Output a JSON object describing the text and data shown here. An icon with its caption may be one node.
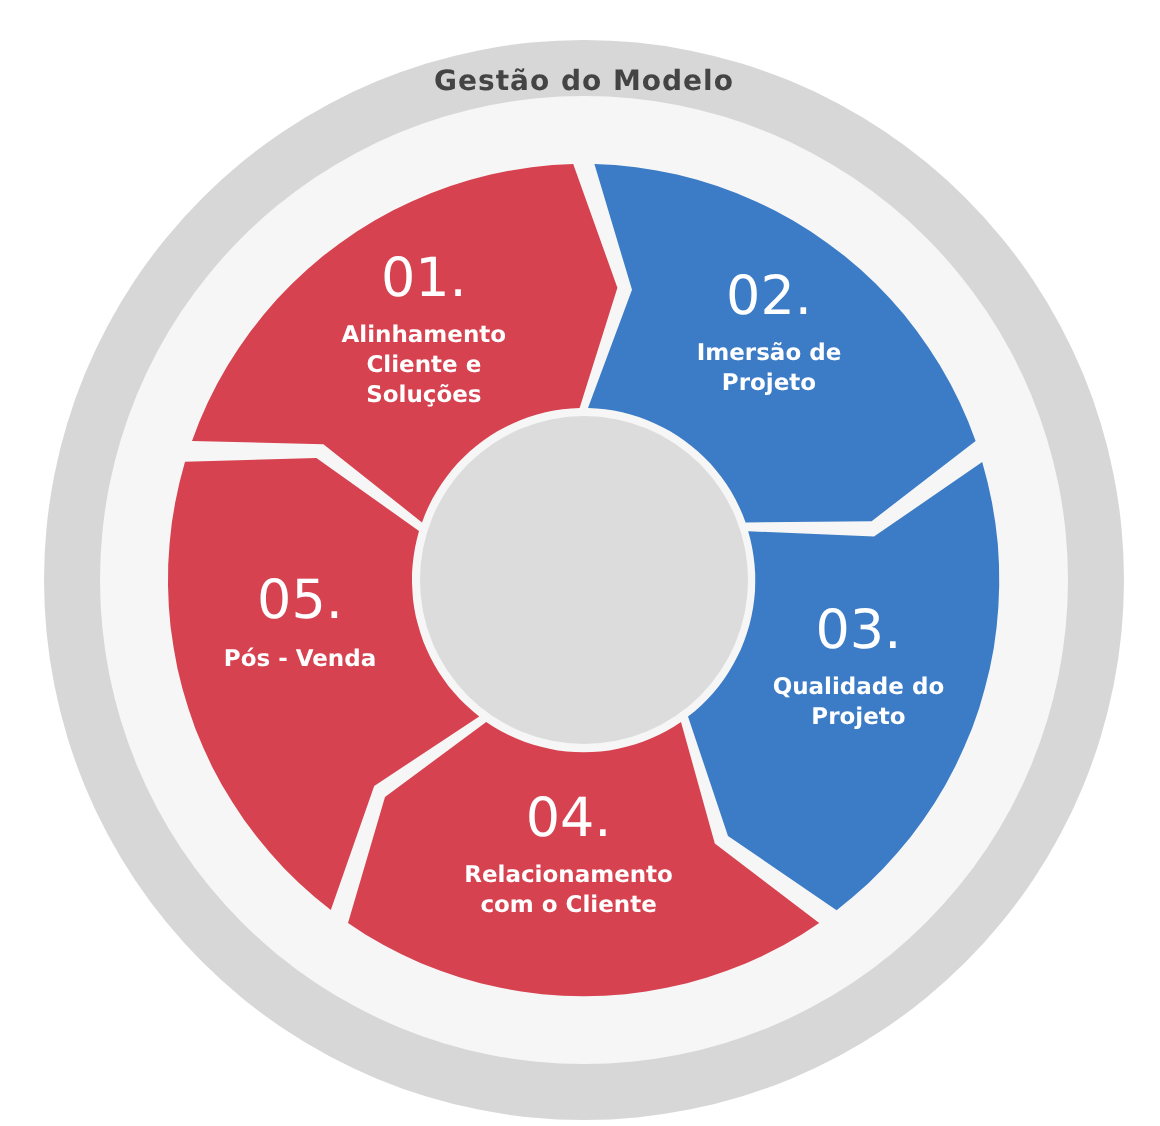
{
  "diagram": {
    "nodes": [
      {
        "text": [
          "Gestão do Modelo"
        ]
      },
      {
        "text": [
          "01.",
          "Alinhamento Cliente e Soluções"
        ],
        "in": 0
      },
      {
        "text": [
          "02.",
          "Imersão de Projeto"
        ],
        "in": 0
      },
      {
        "text": [
          "03.",
          "Qualidade do Projeto"
        ],
        "in": 0
      },
      {
        "text": [
          "04.",
          "Relacionamento com o Cliente"
        ],
        "in": 0
      },
      {
        "text": [
          "05.",
          "Pós - Venda"
        ],
        "in": 0
      },
      {
        "text": [],
        "shape": "circle",
        "in": 0
      }
    ]
  }
}
